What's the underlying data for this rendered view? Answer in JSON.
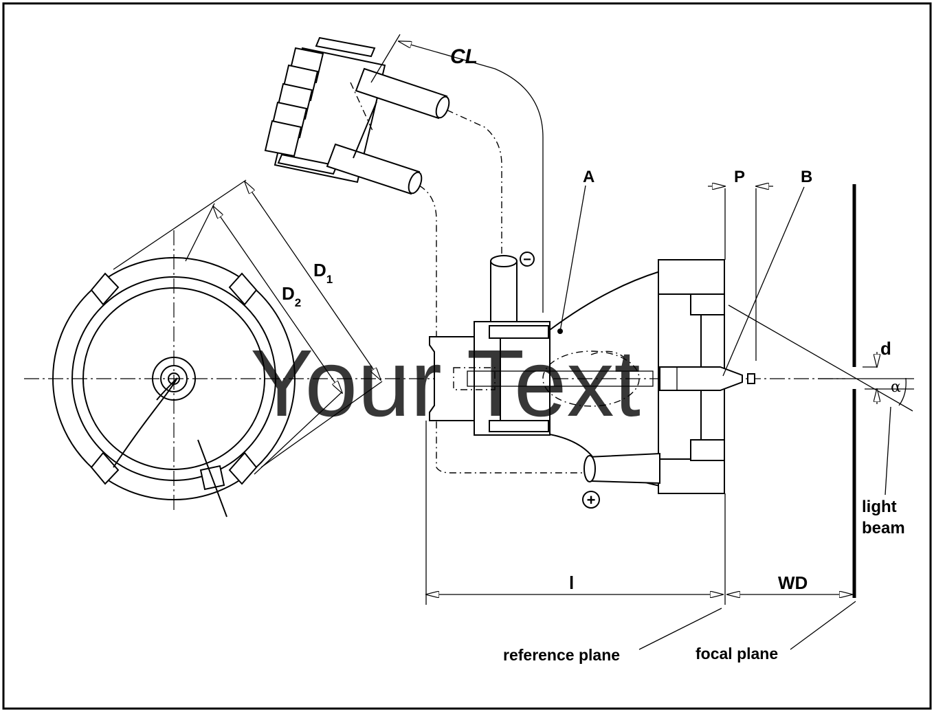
{
  "labels": {
    "cl": "CL",
    "a": "A",
    "b": "B",
    "p": "P",
    "d1_main": "D",
    "d1_sub": "1",
    "d2_main": "D",
    "d2_sub": "2",
    "d": "d",
    "alpha": "α",
    "light_beam_line1": "light",
    "light_beam_line2": "beam",
    "l": "l",
    "wd": "WD",
    "reference_plane": "reference plane",
    "focal_plane": "focal plane",
    "minus": "−",
    "plus": "+"
  },
  "watermark": "Your Text"
}
